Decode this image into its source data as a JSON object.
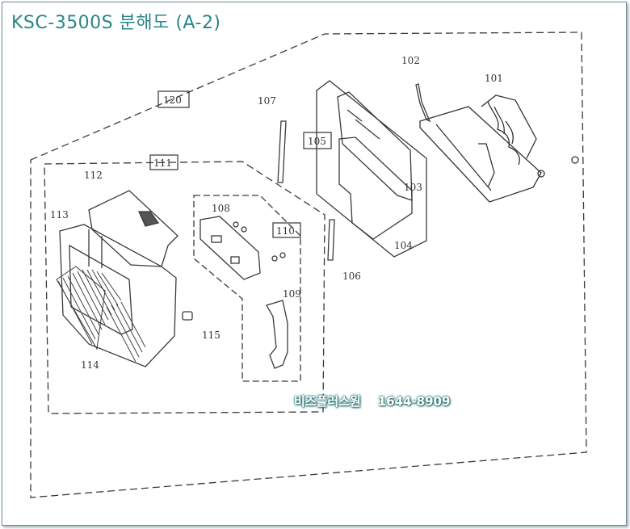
{
  "title": "KSC-3500S  분해도 (A-2)",
  "watermark": "비즈플러스원    1644-8909",
  "part_labels": {
    "p101": "101",
    "p102": "102",
    "p103": "103",
    "p104": "104",
    "p105": "105",
    "p106": "106",
    "p107": "107",
    "p108": "108",
    "p109": "109",
    "p110": "110",
    "p111": "111",
    "p112": "112",
    "p113": "113",
    "p114": "114",
    "p115": "115",
    "p120": "120"
  },
  "colors": {
    "title": "#2b8585",
    "line": "#3a3a3a",
    "frame": "#6f8e9c"
  }
}
